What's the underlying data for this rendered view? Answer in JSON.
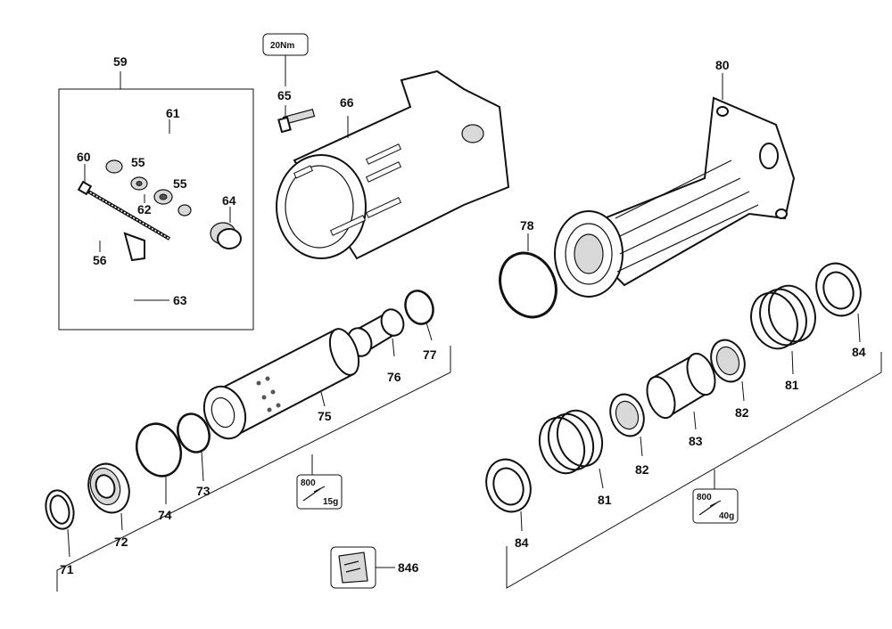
{
  "torque_note": "20Nm",
  "grease_boxes": [
    {
      "code": "800",
      "amount": "15g"
    },
    {
      "code": "800",
      "amount": "40g"
    }
  ],
  "labels": {
    "p59": "59",
    "p60": "60",
    "p61": "61",
    "p55a": "55",
    "p55b": "55",
    "p62": "62",
    "p64": "64",
    "p56": "56",
    "p63": "63",
    "p65": "65",
    "p66": "66",
    "p80": "80",
    "p78": "78",
    "p77": "77",
    "p76": "76",
    "p75": "75",
    "p73": "73",
    "p74": "74",
    "p72": "72",
    "p71": "71",
    "p846": "846",
    "p84a": "84",
    "p81a": "81",
    "p82a": "82",
    "p83": "83",
    "p82b": "82",
    "p81b": "81",
    "p84b": "84"
  }
}
